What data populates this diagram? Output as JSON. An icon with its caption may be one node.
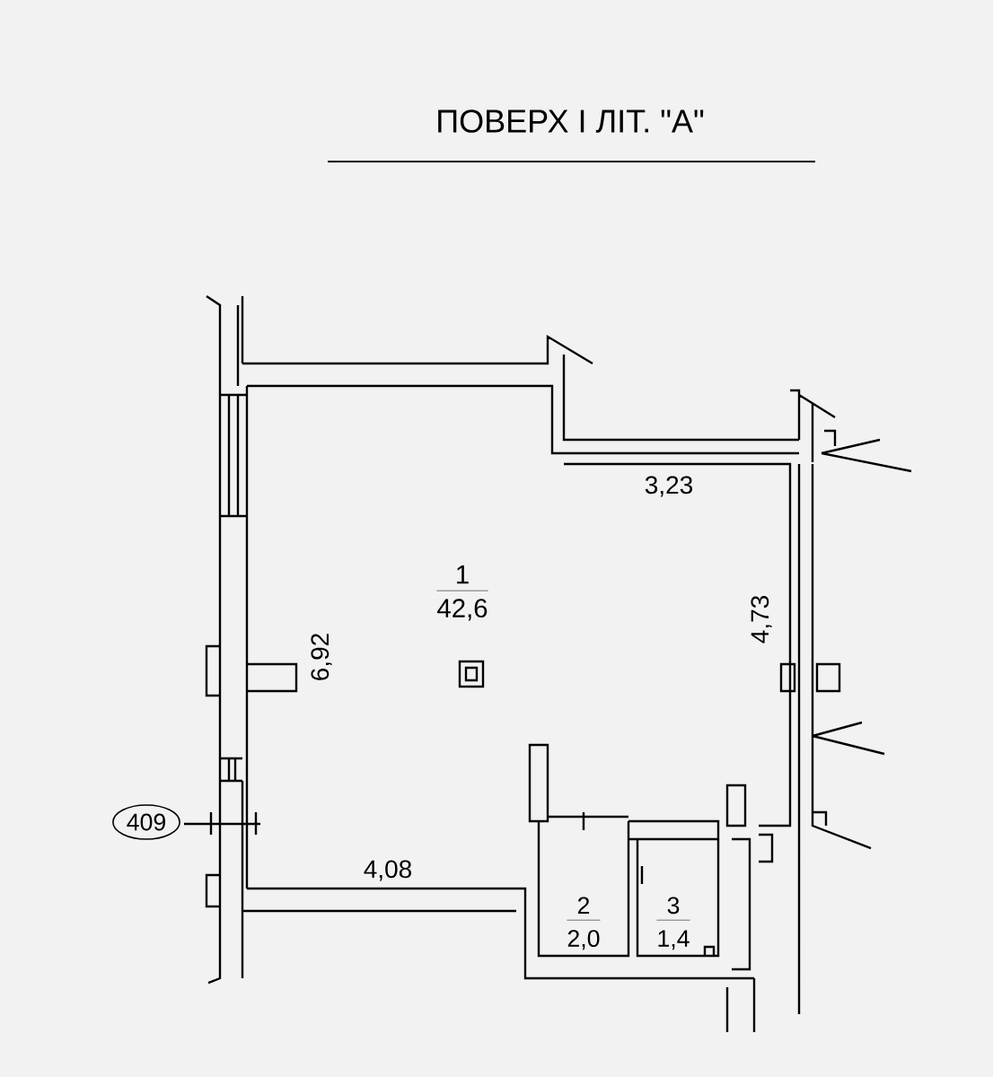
{
  "diagram": {
    "title": "ПОВЕРХ І ЛІТ. \"А\"",
    "nodes": [
      {
        "text": [
          "1",
          "42,6"
        ]
      },
      {
        "text": [
          "2",
          "2,0"
        ]
      },
      {
        "text": [
          "3",
          "1,4"
        ]
      },
      {
        "text": [
          "409"
        ]
      }
    ],
    "edges": [],
    "labels": [
      "3,23",
      "4,73",
      "6,92",
      "4,08"
    ]
  }
}
